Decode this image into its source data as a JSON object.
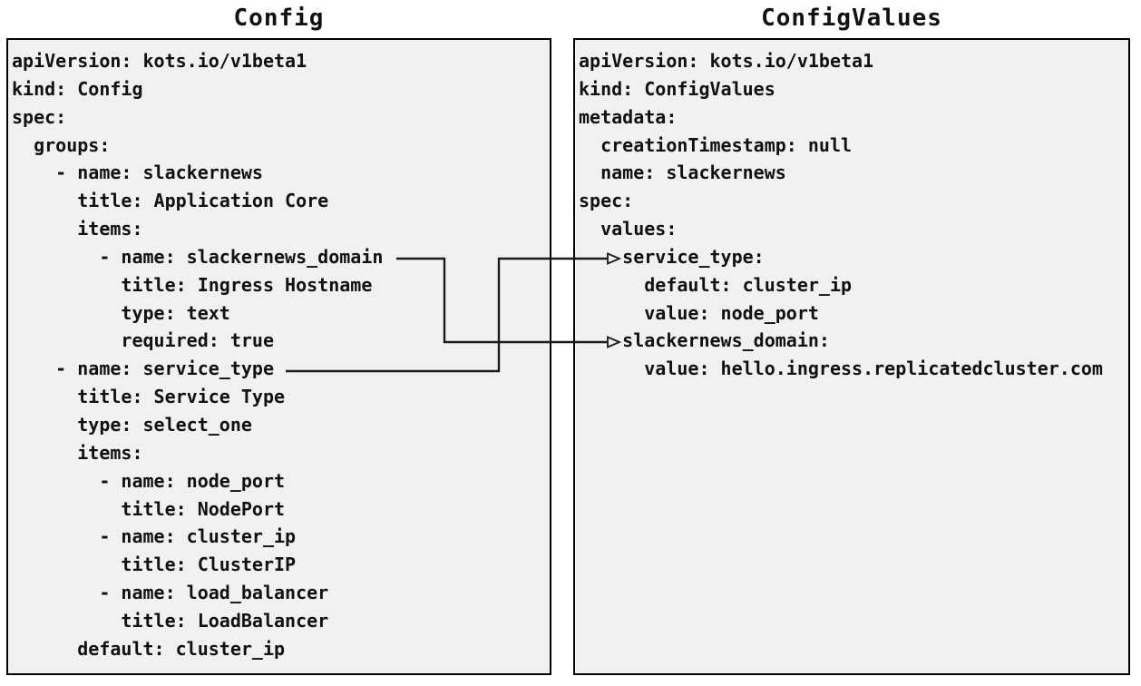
{
  "diagram": {
    "left_panel": {
      "title": "Config",
      "lines": [
        "apiVersion: kots.io/v1beta1",
        "kind: Config",
        "spec:",
        "  groups:",
        "    - name: slackernews",
        "      title: Application Core",
        "      items:",
        "        - name: slackernews_domain",
        "          title: Ingress Hostname",
        "          type: text",
        "          required: true",
        "    - name: service_type",
        "      title: Service Type",
        "      type: select_one",
        "      items:",
        "        - name: node_port",
        "          title: NodePort",
        "        - name: cluster_ip",
        "          title: ClusterIP",
        "        - name: load_balancer",
        "          title: LoadBalancer",
        "      default: cluster_ip"
      ]
    },
    "right_panel": {
      "title": "ConfigValues",
      "lines": [
        "apiVersion: kots.io/v1beta1",
        "kind: ConfigValues",
        "metadata:",
        "  creationTimestamp: null",
        "  name: slackernews",
        "spec:",
        "  values:",
        "    service_type:",
        "      default: cluster_ip",
        "      value: node_port",
        "    slackernews_domain:",
        "      value: hello.ingress.replicatedcluster.com"
      ]
    },
    "connectors": [
      {
        "from": "Config item name: slackernews_domain",
        "to": "ConfigValues key slackernews_domain:"
      },
      {
        "from": "Config item name: service_type",
        "to": "ConfigValues key service_type:"
      }
    ],
    "colors": {
      "panel_background": "#f1f1f1",
      "panel_border": "#000000",
      "text": "#111111",
      "connector": "#1a1a1a",
      "page_background": "#ffffff"
    }
  }
}
